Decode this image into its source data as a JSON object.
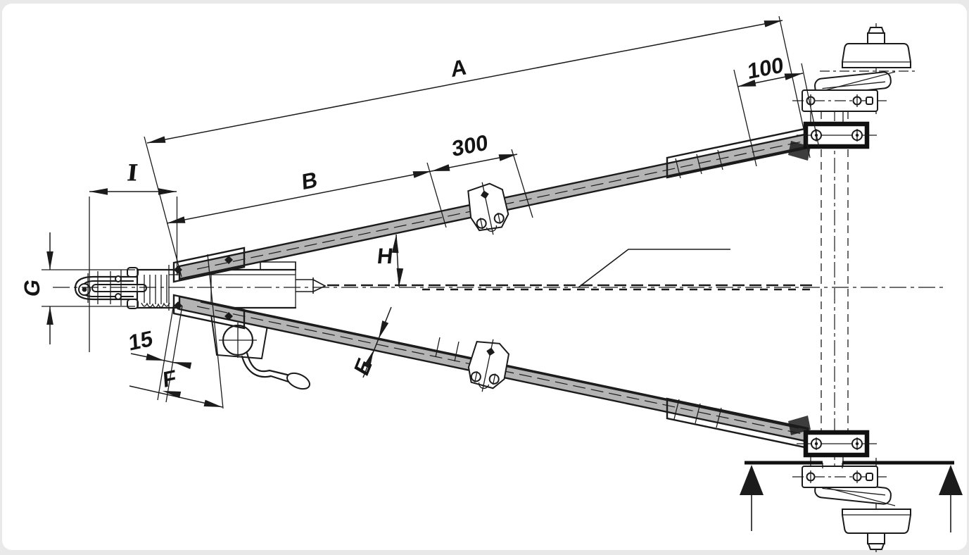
{
  "drawing": {
    "labels": {
      "overall_length": "A",
      "arm_length": "B",
      "clamp_zone_length": "300",
      "end_offset": "100",
      "coupling_overhang": "I",
      "coupling_height": "G",
      "drawbar_drop": "H",
      "arm_profile_height": "E",
      "pivot_offset": "15",
      "jockey_offset": "F"
    },
    "colors": {
      "ink": "#1b1b1b",
      "arm_fill": "#b4b4b4",
      "page": "#ffffff",
      "frame": "#e9e9e9"
    }
  }
}
